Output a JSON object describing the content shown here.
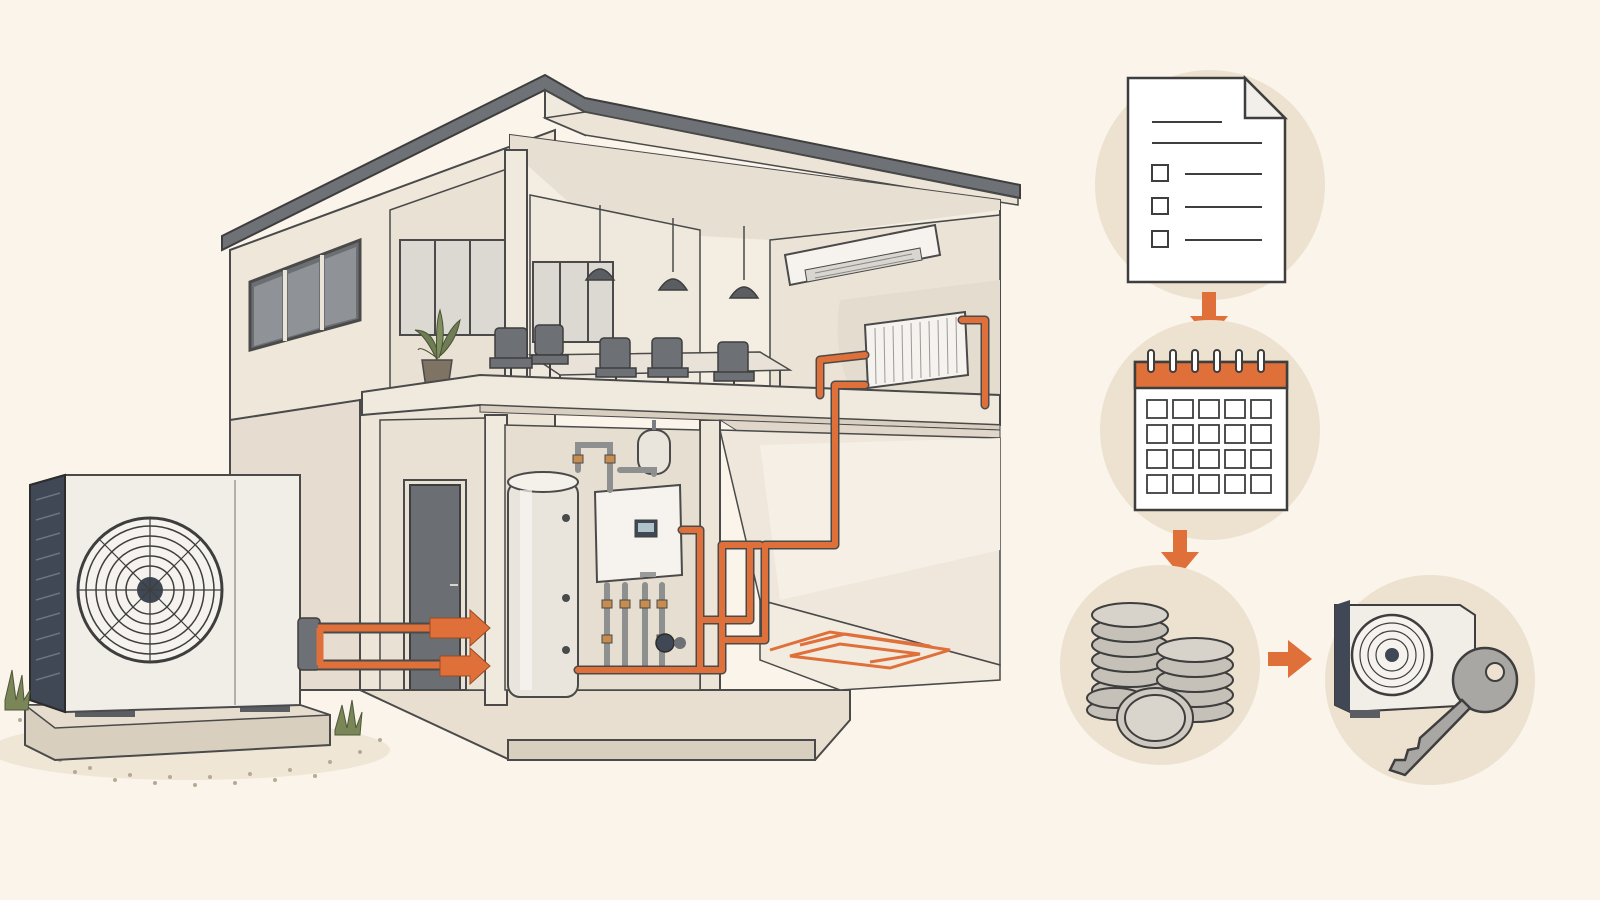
{
  "colors": {
    "background": "#faf4ea",
    "outline": "#4a4a4a",
    "wall": "#f2ebdf",
    "wall_shade": "#e3dace",
    "wall_dark": "#d2c8ba",
    "accent_orange": "#e0703a",
    "circle_bg": "#ede2cf",
    "unit_body": "#f1eee8",
    "fin_dark": "#3f4854",
    "gray_metal": "#7b7d80",
    "plant_green": "#6f7d55"
  },
  "scene": {
    "building": {
      "floors": 2,
      "cutaway": true,
      "rooftop_unit": "air-conditioner-indoor-unit"
    },
    "outdoor_unit": {
      "icon": "heat-pump-outdoor-unit-icon"
    },
    "utility_room": [
      "hot-water-cylinder-icon",
      "boiler-icon",
      "expansion-vessel-icon"
    ],
    "upper_floor": [
      "meeting-table-icon",
      "pendant-lamp-icon",
      "radiator-icon",
      "potted-plant-icon"
    ],
    "ground_floor": [
      "door-icon",
      "underfloor-heating-icon"
    ]
  },
  "process_steps": [
    {
      "id": "application",
      "icon": "document-checklist-icon"
    },
    {
      "id": "schedule",
      "icon": "calendar-icon"
    },
    {
      "id": "funding",
      "icon": "coin-stacks-icon"
    },
    {
      "id": "handover",
      "icon": "heat-pump-key-icon"
    }
  ],
  "connectors": [
    "down-arrow-icon",
    "down-arrow-icon",
    "right-arrow-icon"
  ]
}
